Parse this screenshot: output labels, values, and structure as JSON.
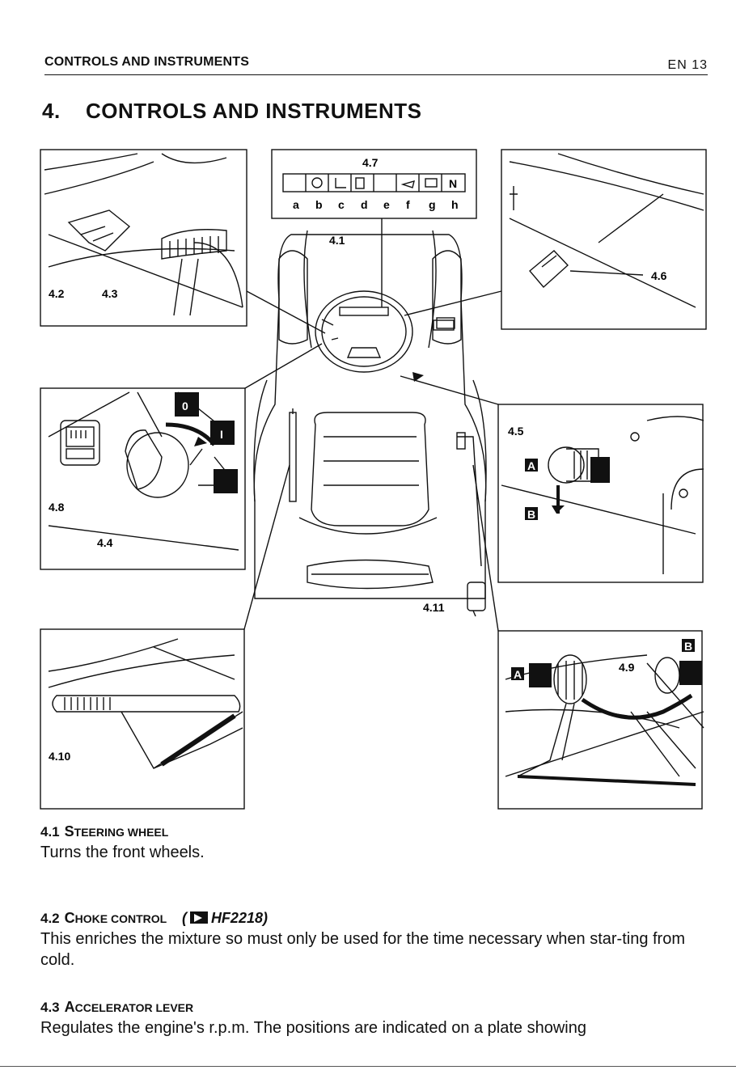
{
  "header": {
    "section": "CONTROLS AND INSTRUMENTS",
    "page": "EN  13"
  },
  "title": {
    "number": "4.",
    "text": "CONTROLS AND INSTRUMENTS"
  },
  "figure": {
    "callouts": {
      "c41": "4.1",
      "c42": "4.2",
      "c43": "4.3",
      "c44": "4.4",
      "c45": "4.5",
      "c46": "4.6",
      "c47": "4.7",
      "c48": "4.8",
      "c49": "4.9",
      "c410": "4.10",
      "c411": "4.11"
    },
    "panel_letters": [
      "a",
      "b",
      "c",
      "d",
      "e",
      "f",
      "g",
      "h"
    ],
    "panel_n": "N",
    "switch_marks": {
      "zero": "0",
      "one": "I"
    },
    "tag_a1": "A",
    "tag_b1": "B",
    "tag_a2": "A",
    "tag_b2": "B"
  },
  "sections": [
    {
      "num": "4.1",
      "title_big": "S",
      "title_rest": "TEERING WHEEL",
      "body": "Turns the front wheels."
    },
    {
      "num": "4.2",
      "title_big": "C",
      "title_rest": "HOKE CONTROL",
      "note_open": "(",
      "note_model": "HF2218)",
      "body": "This enriches the mixture so must only be used for the time necessary when star-ting from cold."
    },
    {
      "num": "4.3",
      "title_big": "A",
      "title_rest": "CCELERATOR LEVER",
      "body": "Regulates the engine's r.p.m. The positions are indicated on a plate showing"
    }
  ]
}
